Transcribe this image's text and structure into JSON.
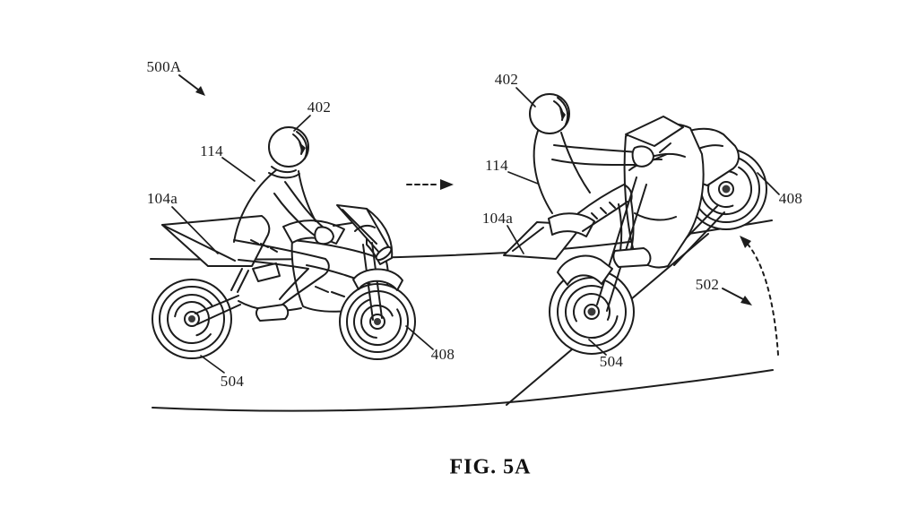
{
  "colors": {
    "ink": "#1c1c1c",
    "paper": "#ffffff"
  },
  "figure": {
    "caption": "FIG. 5A",
    "labels": {
      "ref_500a": "500A",
      "ref_402": "402",
      "ref_114": "114",
      "ref_104a": "104a",
      "ref_504": "504",
      "ref_408": "408",
      "ref_502": "502"
    }
  }
}
